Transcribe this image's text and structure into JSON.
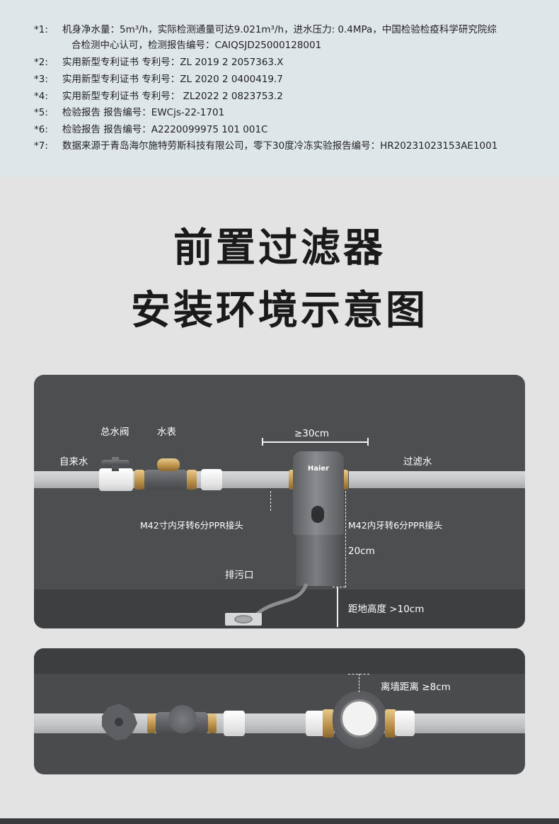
{
  "notes": [
    {
      "mark": "*1:",
      "text": "机身净水量：5m³/h，实际检测通量可达9.021m³/h，进水压力: 0.4MPa，中国检验检疫科学研究院综",
      "cont": "合检测中心认可，检测报告编号：CAIQSJD25000128001"
    },
    {
      "mark": "*2:",
      "text": "实用新型专利证书 专利号：ZL 2019 2 2057363.X"
    },
    {
      "mark": "*3:",
      "text": "实用新型专利证书 专利号：ZL 2020 2 0400419.7"
    },
    {
      "mark": "*4:",
      "text": "实用新型专利证书 专利号： ZL2022 2 0823753.2"
    },
    {
      "mark": "*5:",
      "text": "检验报告 报告编号：EWCjs-22-1701"
    },
    {
      "mark": "*6:",
      "text": "检验报告 报告编号：A2220099975 101 001C"
    },
    {
      "mark": "*7:",
      "text": "数据来源于青岛海尔施特劳斯科技有限公司，零下30度冷冻实验报告编号：HR20231023153AE1001"
    }
  ],
  "title": {
    "line1": "前置过滤器",
    "line2": "安装环境示意图"
  },
  "diagram1": {
    "tap_water": "自来水",
    "main_valve": "总水阀",
    "water_meter": "水表",
    "width_req": "≥30cm",
    "filtered_water": "过滤水",
    "brand": "Haier",
    "adapter_left": "M42寸内牙转6分PPR接头",
    "adapter_right": "M42内牙转6分PPR接头",
    "height_20": "20cm",
    "drain": "排污口",
    "ground_height": "距地高度 >10cm"
  },
  "diagram2": {
    "wall_distance": "离墙距离 ≥8cm"
  },
  "colors": {
    "notes_bg": "#dfe6ea",
    "page_bg": "#e3e3e3",
    "panel_bg": "#4d4e50",
    "brass": "#c9a25a"
  }
}
